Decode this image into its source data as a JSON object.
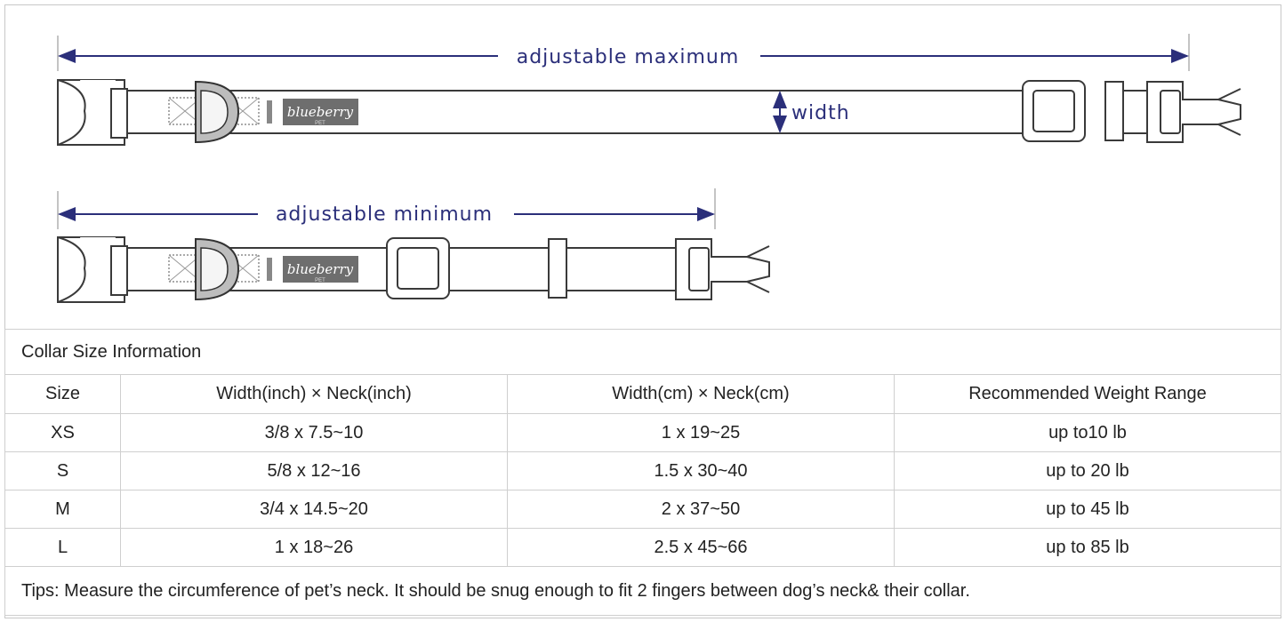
{
  "diagram": {
    "max_label": "adjustable maximum",
    "min_label": "adjustable minimum",
    "width_label": "width",
    "logo": {
      "brand": "blueberry",
      "sub": "PET"
    },
    "colors": {
      "annotation": "#2b2f7a",
      "outline": "#3a3a3a",
      "logo_bg": "#6e6e6e"
    }
  },
  "table": {
    "title": "Collar Size Information",
    "headers": [
      "Size",
      "Width(inch)  × Neck(inch)",
      "Width(cm)  × Neck(cm)",
      "Recommended Weight Range"
    ],
    "rows": [
      [
        "XS",
        "3/8 x 7.5~10",
        "1 x 19~25",
        "up to10 lb"
      ],
      [
        "S",
        "5/8 x 12~16",
        "1.5 x 30~40",
        "up to 20 lb"
      ],
      [
        "M",
        "3/4 x 14.5~20",
        "2 x 37~50",
        "up to 45 lb"
      ],
      [
        "L",
        "1 x 18~26",
        "2.5 x 45~66",
        "up to 85 lb"
      ]
    ],
    "tip": "Tips: Measure the circumference of pet’s neck. It should be snug enough to fit 2 fingers between dog’s neck& their collar."
  }
}
